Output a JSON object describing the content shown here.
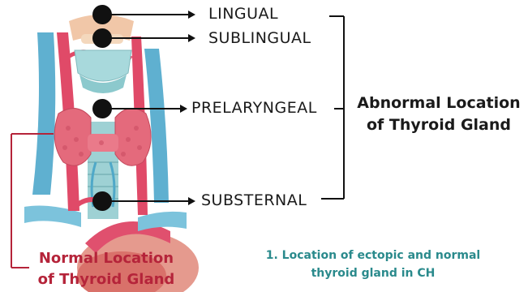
{
  "labels": {
    "lingual": "LINGUAL",
    "sublingual": "SUBLINGUAL",
    "prelaryngeal": "PRELARYNGEAL",
    "substernal": "SUBSTERNAL"
  },
  "abnormal": {
    "line1": "Abnormal Location",
    "line2": "of Thyroid Gland"
  },
  "normal": {
    "line1": "Normal Location",
    "line2": "of Thyroid Gland"
  },
  "caption": {
    "line1": "1. Location of ectopic and normal",
    "line2": "thyroid gland in CH"
  },
  "colors": {
    "normal": "#b5243a",
    "caption": "#2a8a8c",
    "text": "#1a1a1a",
    "artery": "#d83a5c",
    "vein": "#4fa8c8",
    "thyroid": "#e46a7c",
    "cartilage": "#a9d6d8"
  }
}
